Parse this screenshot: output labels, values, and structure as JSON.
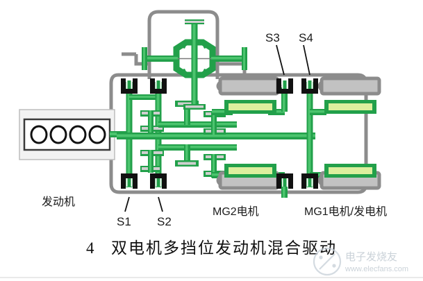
{
  "figure": {
    "caption_number": "4",
    "caption_title": "双电机多挡位发动机混合驱动",
    "watermark_cn": "电子发烧友",
    "watermark_url": "www.elecfans.com"
  },
  "labels": {
    "engine": "发动机",
    "mg2": "MG2电机",
    "mg1": "MG1电机/发电机",
    "s1": "S1",
    "s2": "S2",
    "s3": "S3",
    "s4": "S4"
  },
  "colors": {
    "shaft_green": "#22a04a",
    "shaft_green_light": "#4cc46e",
    "housing_gray": "#8c8c8c",
    "stator_fill": "#c2c2c2",
    "winding_fill": "#dcef9e",
    "synchronizer_black": "#111111",
    "engine_outline": "#333333",
    "engine_frame": "#d8d8d8",
    "label_text": "#1a1a1a",
    "watermark": "#b9c3cc"
  },
  "components": {
    "engine_cylinders": 4,
    "engine_cylinder_label": "cylinder",
    "synchronizers": [
      "S1",
      "S2",
      "S3",
      "S4"
    ],
    "motors": [
      "MG2电机",
      "MG1电机/发电机"
    ],
    "differential": "bevel-gear-differential"
  }
}
